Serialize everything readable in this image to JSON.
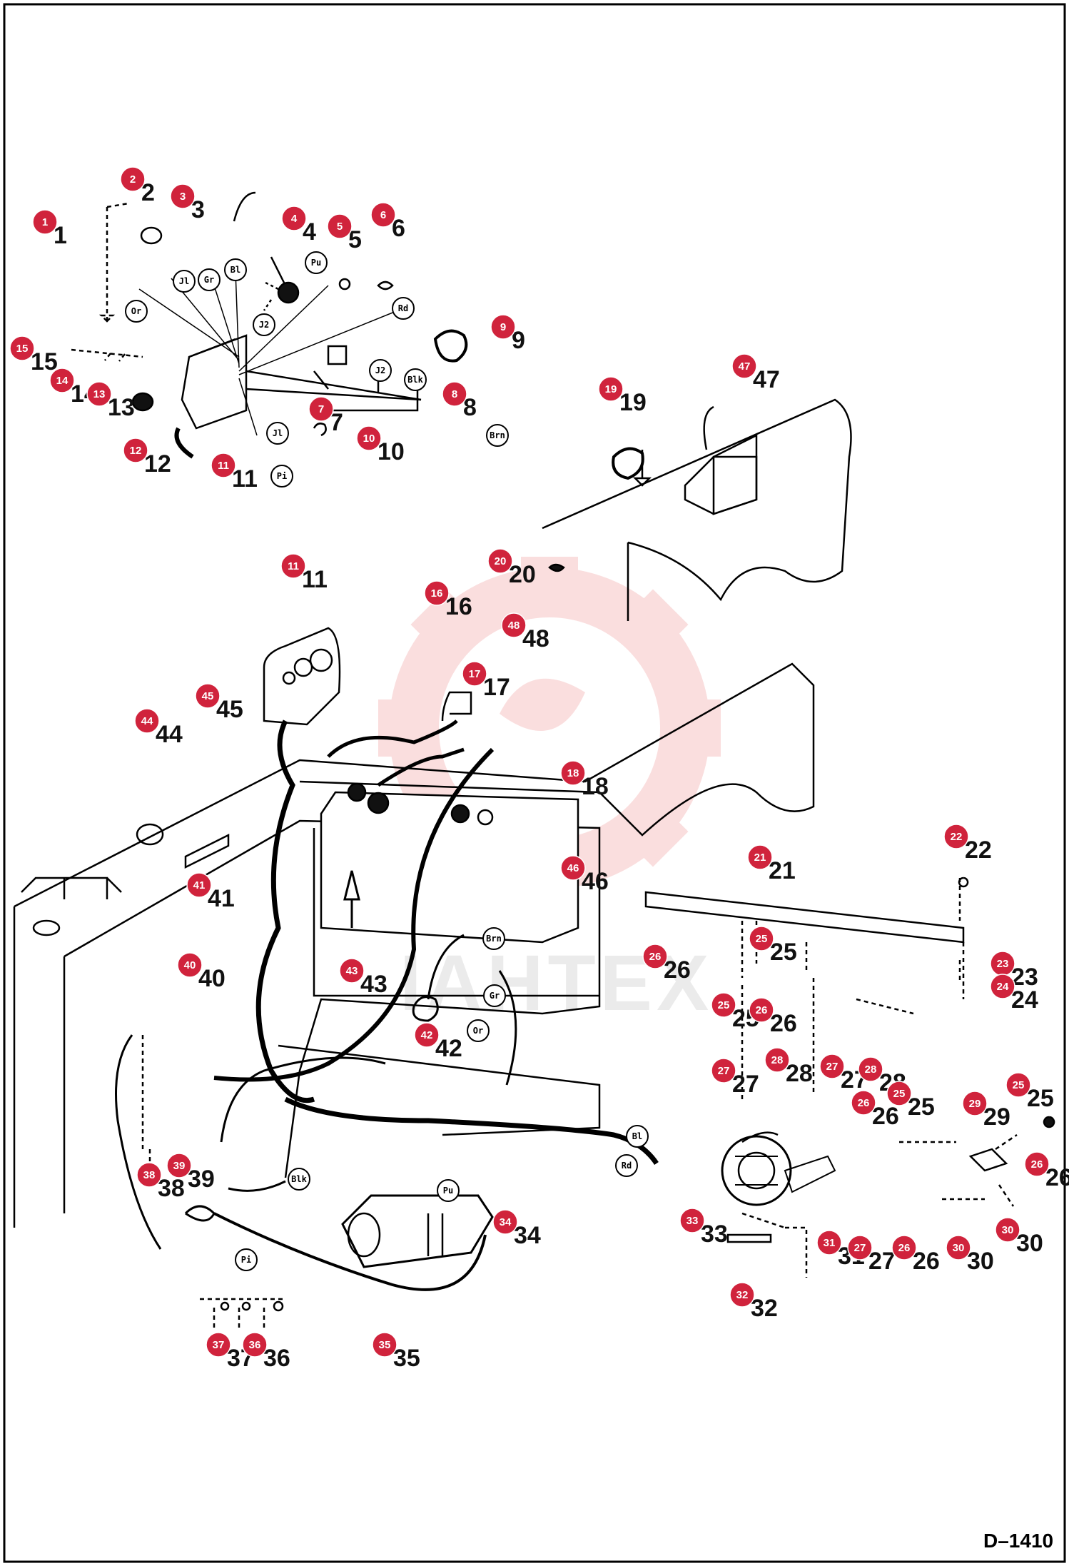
{
  "drawing_id": "D–1410",
  "watermark": "IAHTEX",
  "colors": {
    "callout": "#d0233c",
    "line": "#000000",
    "watermark": "#f4b8b8"
  },
  "callouts": [
    "1",
    "2",
    "3",
    "4",
    "5",
    "6",
    "7",
    "8",
    "9",
    "10",
    "11",
    "12",
    "13",
    "14",
    "15",
    "11",
    "16",
    "17",
    "48",
    "18",
    "19",
    "20",
    "47",
    "44",
    "45",
    "46",
    "41",
    "43",
    "40",
    "42",
    "21",
    "22",
    "23",
    "24",
    "25",
    "25",
    "26",
    "26",
    "27",
    "28",
    "27",
    "28",
    "25",
    "26",
    "29",
    "25",
    "26",
    "33",
    "31",
    "27",
    "26",
    "30",
    "30",
    "32",
    "38",
    "39",
    "37",
    "36",
    "35",
    "34"
  ],
  "wire_tags": [
    "Or",
    "Jl",
    "Gr",
    "Bl",
    "Pu",
    "Rd",
    "J2",
    "Blk",
    "Jl",
    "Pi",
    "Brn",
    "Brn",
    "Gr",
    "Or",
    "Bl",
    "Rd",
    "Blk",
    "Pu",
    "Pi",
    "J2"
  ]
}
